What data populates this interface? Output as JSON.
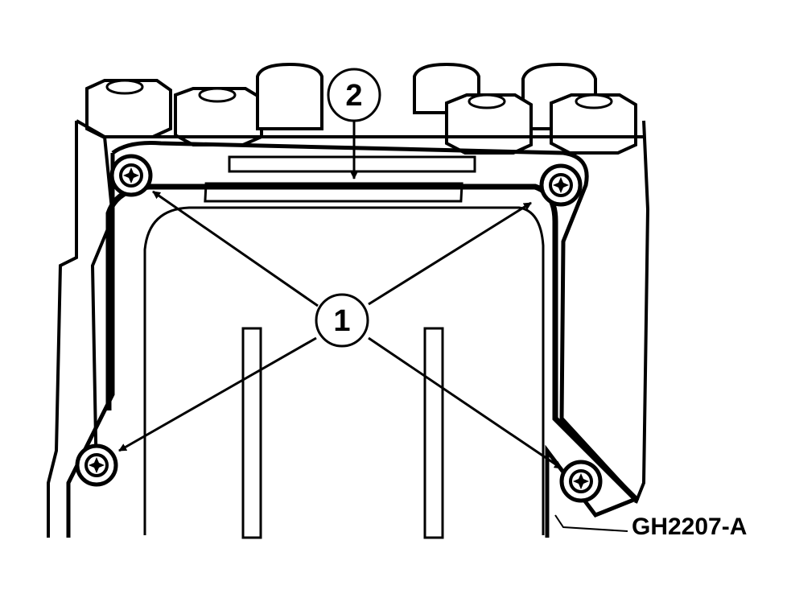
{
  "figure": {
    "id_label": "GH2207-A",
    "callouts": [
      {
        "number": "1",
        "refers_to": "bolts"
      },
      {
        "number": "2"
      }
    ]
  },
  "colors": {
    "line": "#000000",
    "background": "#ffffff"
  }
}
